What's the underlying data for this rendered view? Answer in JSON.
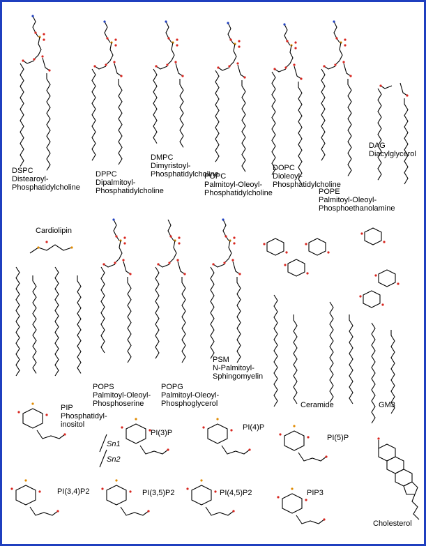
{
  "lipids": [
    {
      "id": "dspc",
      "abbr": "DSPC",
      "name_lines": [
        "Distearoyl-",
        "Phosphatidylcholine"
      ]
    },
    {
      "id": "dppc",
      "abbr": "DPPC",
      "name_lines": [
        "Dipalmitoyl-",
        "Phosphatidylcholine"
      ]
    },
    {
      "id": "dmpc",
      "abbr": "DMPC",
      "name_lines": [
        "Dimyristoyl-",
        "Phosphatidylcholine"
      ]
    },
    {
      "id": "popc",
      "abbr": "POPC",
      "name_lines": [
        "Palmitoyl-Oleoyl-",
        "Phosphatidylcholine"
      ]
    },
    {
      "id": "dopc",
      "abbr": "DOPC",
      "name_lines": [
        "Dioleoyl-",
        "Phosphatidylcholine"
      ]
    },
    {
      "id": "dag",
      "abbr": "DAG",
      "name_lines": [
        "Diacylglycerol"
      ]
    },
    {
      "id": "pope",
      "abbr": "POPE",
      "name_lines": [
        "Palmitoyl-Oleoyl-",
        "Phosphoethanolamine"
      ]
    },
    {
      "id": "cardiolipin",
      "abbr": "Cardiolipin",
      "name_lines": []
    },
    {
      "id": "pops",
      "abbr": "POPS",
      "name_lines": [
        "Palmitoyl-Oleoyl-",
        "Phosphoserine"
      ]
    },
    {
      "id": "popg",
      "abbr": "POPG",
      "name_lines": [
        "Palmitoyl-Oleoyl-",
        "Phosphoglycerol"
      ]
    },
    {
      "id": "psm",
      "abbr": "PSM",
      "name_lines": [
        "N-Palmitoyl-",
        "Sphingomyelin"
      ]
    },
    {
      "id": "ceramide",
      "abbr": "Ceramide",
      "name_lines": []
    },
    {
      "id": "gm3",
      "abbr": "GM3",
      "name_lines": []
    },
    {
      "id": "pip",
      "abbr": "PIP",
      "name_lines": [
        "Phosphatidyl-",
        "inositol"
      ]
    },
    {
      "id": "pi3p",
      "abbr": "PI(3)P",
      "name_lines": []
    },
    {
      "id": "pi4p",
      "abbr": "PI(4)P",
      "name_lines": []
    },
    {
      "id": "pi5p",
      "abbr": "PI(5)P",
      "name_lines": []
    },
    {
      "id": "pi34p2",
      "abbr": "PI(3,4)P2",
      "name_lines": []
    },
    {
      "id": "pi35p2",
      "abbr": "PI(3,5)P2",
      "name_lines": []
    },
    {
      "id": "pi45p2",
      "abbr": "PI(4,5)P2",
      "name_lines": []
    },
    {
      "id": "pip3",
      "abbr": "PIP3",
      "name_lines": []
    },
    {
      "id": "cholesterol",
      "abbr": "Cholesterol",
      "name_lines": []
    }
  ],
  "sn_labels": {
    "sn1": "Sn1",
    "sn2": "Sn2"
  },
  "colors": {
    "frame": "#1f3fbf",
    "oxygen": "#d8261f",
    "phosphorus": "#e08a00",
    "nitrogen": "#1f3fbf"
  }
}
